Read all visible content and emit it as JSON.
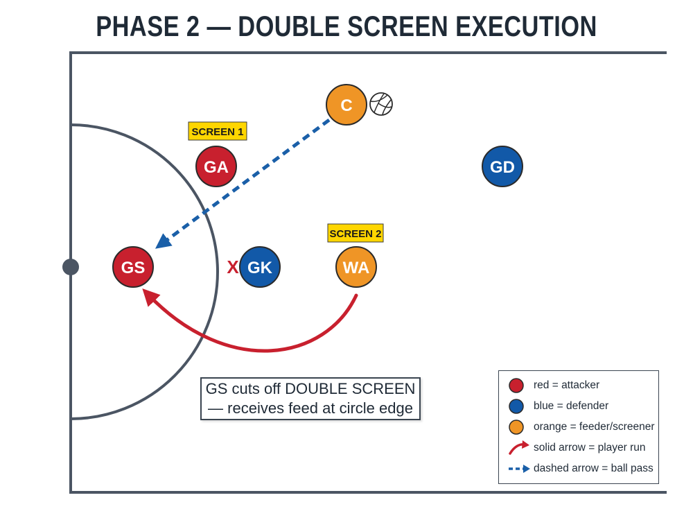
{
  "title": "PHASE 2 — DOUBLE SCREEN EXECUTION",
  "colors": {
    "attacker": "#c8202e",
    "defender": "#1259a8",
    "feeder": "#ef9526",
    "screen_tag": "#ffd600",
    "court_line": "#4b5563",
    "pass": "#1a5fa8",
    "run": "#c8202e"
  },
  "players": {
    "c": "C",
    "ga": "GA",
    "gd": "GD",
    "gs": "GS",
    "gk": "GK",
    "wa": "WA"
  },
  "marks": {
    "screen1": "SCREEN 1",
    "screen2": "SCREEN 2",
    "block_x": "X",
    "ball_icon": "netball-icon"
  },
  "note": {
    "line1": "GS cuts off DOUBLE SCREEN",
    "line2": "— receives feed at circle edge"
  },
  "legend": [
    {
      "label": "red = attacker",
      "icon": "red-dot-icon"
    },
    {
      "label": "blue = defender",
      "icon": "blue-dot-icon"
    },
    {
      "label": "orange = feeder/screener",
      "icon": "orange-dot-icon"
    },
    {
      "label": "solid arrow = player run",
      "icon": "solid-arrow-icon"
    },
    {
      "label": "dashed arrow = ball pass",
      "icon": "dashed-arrow-icon"
    }
  ]
}
